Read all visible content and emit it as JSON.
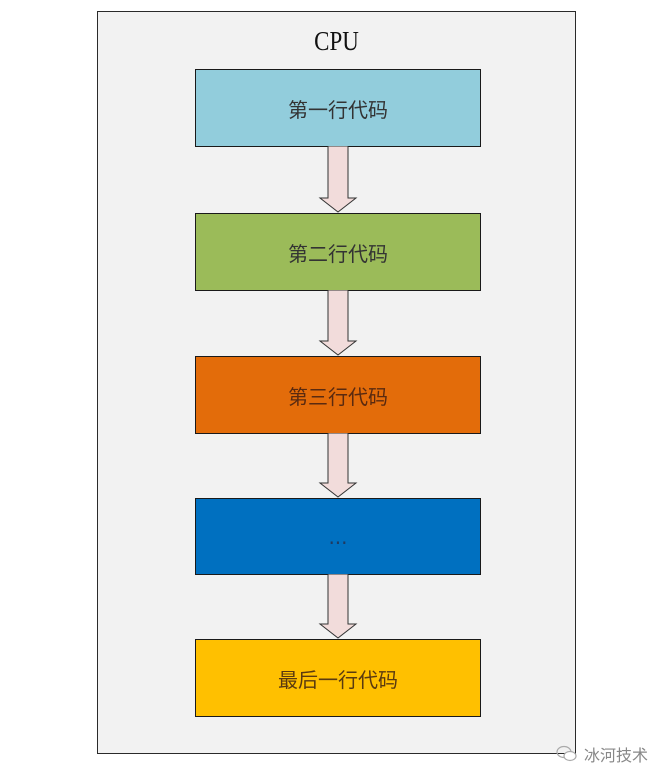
{
  "diagram": {
    "container": {
      "label": "CPU",
      "background": "#f2f2f2"
    },
    "steps": [
      {
        "label": "第一行代码",
        "color": "#92cddc",
        "text_color": "#333333"
      },
      {
        "label": "第二行代码",
        "color": "#9bbb59",
        "text_color": "#333333"
      },
      {
        "label": "第三行代码",
        "color": "#e36c0a",
        "text_color": "#5a2a10"
      },
      {
        "label": "...",
        "color": "#0070c0",
        "text_color": "#1f3a60"
      },
      {
        "label": "最后一行代码",
        "color": "#ffc000",
        "text_color": "#5a3a10"
      }
    ],
    "arrow_color": "#f2dcdb"
  },
  "watermark": {
    "icon": "wechat-icon",
    "text": "冰河技术"
  }
}
